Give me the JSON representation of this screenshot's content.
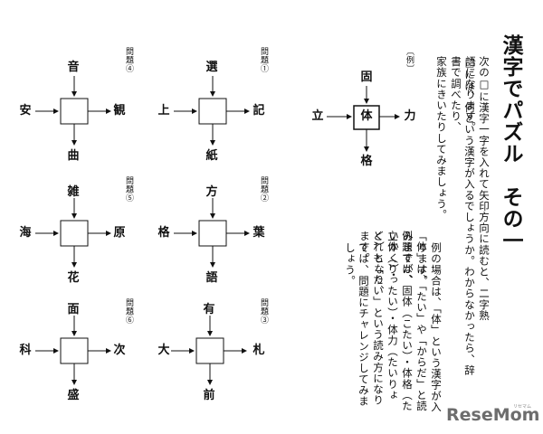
{
  "title": "漢字でパズル　その一",
  "intro": [
    "次の□に漢字一字を入れて矢印方向に読むと、二字熟語になります。",
    "□には、何という漢字が入るでしょうか。わからなかったら、辞書で調べたり、",
    "家族にきいたりしてみましょう。"
  ],
  "example": {
    "label": "〔例〕",
    "top": "固",
    "left": "立",
    "center": "体",
    "right": "力",
    "bottom": "格"
  },
  "explanation": [
    "例の場合は、「体」という漢字が入ります。",
    "「体」は、「たい」や「からだ」と読みますが、",
    "例題では、固体（こたい）・体格（たいかく）・",
    "立体（りったい）・体力（たいりょく）となり、",
    "どれも「たい」という読み方になります。",
    "では、問題にチャレンジしてみましょう。"
  ],
  "problems": [
    {
      "label": "問題①",
      "top": "選",
      "left": "上",
      "right": "記",
      "bottom": "紙"
    },
    {
      "label": "問題②",
      "top": "方",
      "left": "格",
      "right": "葉",
      "bottom": "語"
    },
    {
      "label": "問題③",
      "top": "有",
      "left": "大",
      "right": "札",
      "bottom": "前"
    },
    {
      "label": "問題④",
      "top": "音",
      "left": "安",
      "right": "観",
      "bottom": "曲"
    },
    {
      "label": "問題⑤",
      "top": "雑",
      "left": "海",
      "right": "原",
      "bottom": "花"
    },
    {
      "label": "問題⑥",
      "top": "面",
      "left": "科",
      "right": "次",
      "bottom": "盛"
    }
  ],
  "logo": {
    "text": "ReseMom",
    "kana": "リセマム"
  }
}
